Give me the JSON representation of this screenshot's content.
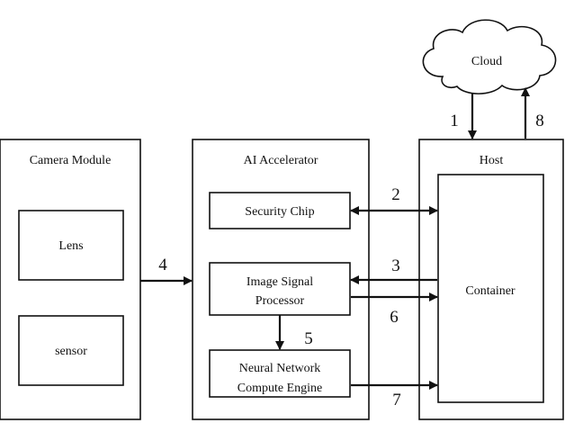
{
  "colors": {
    "stroke": "#111111",
    "background": "#ffffff"
  },
  "nodes": {
    "cloud": "Cloud",
    "camera_module": "Camera Module",
    "lens": "Lens",
    "sensor": "sensor",
    "ai_accelerator": "AI Accelerator",
    "security_chip": "Security Chip",
    "isp_line1": "Image Signal",
    "isp_line2": "Processor",
    "nn_line1": "Neural Network",
    "nn_line2": "Compute Engine",
    "host": "Host",
    "container": "Container"
  },
  "edges": [
    {
      "label": "1",
      "from": "Cloud",
      "to": "Host"
    },
    {
      "label": "2",
      "from": "Security Chip",
      "to": "Container",
      "bidirectional": true
    },
    {
      "label": "3",
      "from": "Container",
      "to": "Image Signal Processor"
    },
    {
      "label": "4",
      "from": "Camera Module",
      "to": "AI Accelerator"
    },
    {
      "label": "5",
      "from": "Image Signal Processor",
      "to": "Neural Network Compute Engine"
    },
    {
      "label": "6",
      "from": "Image Signal Processor",
      "to": "Container"
    },
    {
      "label": "7",
      "from": "Neural Network Compute Engine",
      "to": "Container"
    },
    {
      "label": "8",
      "from": "Host",
      "to": "Cloud"
    }
  ]
}
